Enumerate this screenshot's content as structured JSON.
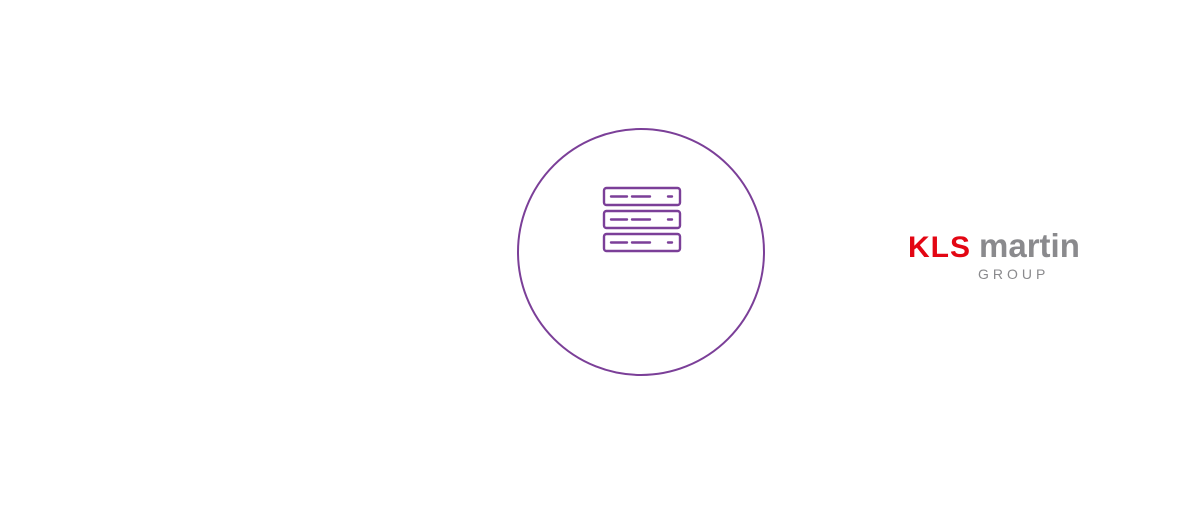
{
  "graphic": {
    "icon": "server-stack-icon",
    "accent_color": "#7b3f98"
  },
  "logo": {
    "brand_part1": "KLS",
    "brand_part2": "martin",
    "subtitle": "GROUP",
    "color_red": "#e30613",
    "color_gray": "#8a8a8d"
  }
}
